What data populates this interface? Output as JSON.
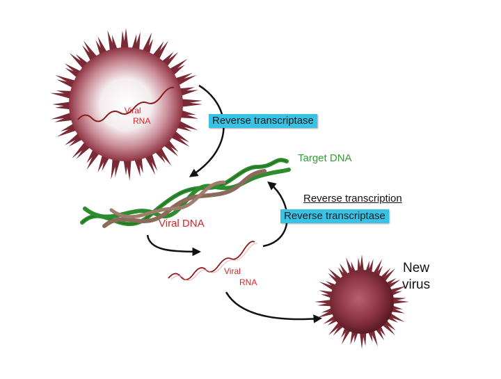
{
  "labels": {
    "viral_rna_top": [
      "Viral",
      "RNA"
    ],
    "enzyme_top": "Reverse transcriptase",
    "target_dna": "Target DNA",
    "reverse_transcription": "Reverse transcription",
    "enzyme_mid": "Reverse transcriptase",
    "viral_dna": "Viral DNA",
    "viral_rna_bottom": [
      "Viral",
      "RNA"
    ],
    "new_virus": [
      "New",
      "virus"
    ]
  },
  "colors": {
    "virus_spike": "#7a2a35",
    "virus_body": "#9c3b48",
    "viral_rna_strand": "#8b1a1a",
    "target_dna_strand": "#2e8b2e",
    "viral_dna_strand": "#8a6a5a",
    "label_red": "#d4232a",
    "label_green": "#2fa02f",
    "enzyme_box": "#36c3e6",
    "arrow": "#111111"
  }
}
